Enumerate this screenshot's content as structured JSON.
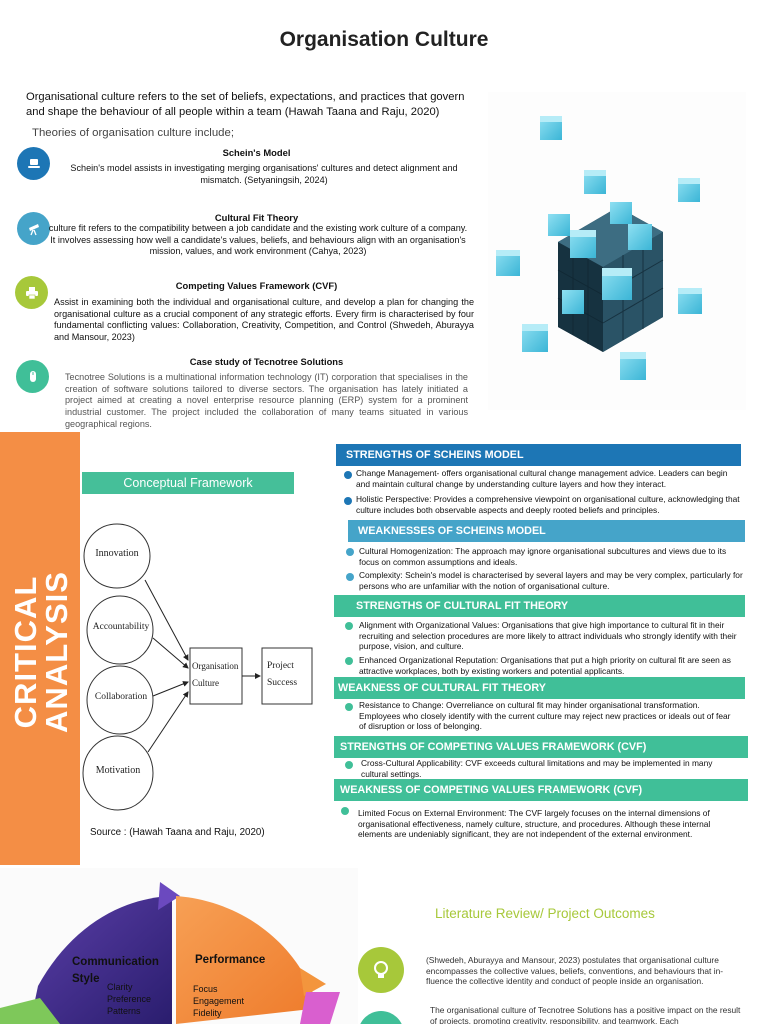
{
  "title": "Organisation Culture",
  "intro": "Organisational culture refers to the set of beliefs, expectations, and practices that govern and shape the behaviour of all people within a team (Hawah Taana and Raju, 2020)",
  "theories_heading": "Theories of organisation culture include;",
  "sections": {
    "schein": {
      "heading": "Schein's Model",
      "body": "Schein's model assists in investigating merging organisations' cultures and detect alignment and mismatch. (Setyaningsih, 2024)"
    },
    "cultural_fit": {
      "heading": "Cultural Fit Theory",
      "body": "culture fit refers to the compatibility between a job candidate and the existing work culture of a company. It involves assessing how well a candidate's values, beliefs, and behaviours align with an organisation's mission, values, and work environment (Cahya, 2023)"
    },
    "cvf": {
      "heading": "Competing Values Framework (CVF)",
      "body": "Assist in examining both the individual and organisational culture, and develop a plan for changing the organisational culture as a crucial component of any strategic efforts. Every firm is characterised by four fundamental conflicting values: Collaboration, Creativity, Competition, and Control (Shwedeh, Aburayya and Mansour, 2023)"
    },
    "case_study": {
      "heading": "Case study  of Tecnotree Solutions",
      "body": "Tecnotree Solutions is a multinational information technology (IT) corporation that specialises in the creation of software solutions tailored to diverse sectors. The organisation has lately initiated a project aimed at creating a novel enterprise resource planning (ERP) system for a prominent industrial customer. The project included the collaboration of many teams situated in various geographical regions."
    }
  },
  "critical_analysis": {
    "line1": "CRITICAL",
    "line2": "ANALYSIS"
  },
  "conceptual_framework": {
    "banner": "Conceptual Framework",
    "nodes": [
      "Innovation",
      "Accountability",
      "Collaboration",
      "Motivation"
    ],
    "center_line1": "Organisation",
    "center_line2": "Culture",
    "outcome_line1": "Project",
    "outcome_line2": "Success",
    "source": "Source : (Hawah Taana and Raju, 2020)"
  },
  "analysis": {
    "strengths_schein": {
      "title": "STRENGTHS OF SCHEINS MODEL",
      "items": [
        "Change Management- offers organisational cultural change management advice. Leaders can begin and maintain cultural change by understanding culture layers and how they interact.",
        "Holistic Perspective: Provides a comprehensive viewpoint on organisational culture, acknowledging that culture includes both observable aspects and deeply rooted beliefs and principles."
      ]
    },
    "weaknesses_schein": {
      "title": "WEAKNESSES OF SCHEINS MODEL",
      "items": [
        "Cultural Homogenization: The approach may ignore organisational subcultures and views due to its focus on common assumptions and ideals.",
        "Complexity: Schein's model is characterised by several layers and may be very complex, particularly for persons who are unfamiliar with the notion of organisational culture."
      ]
    },
    "strengths_fit": {
      "title": "STRENGTHS OF CULTURAL FIT THEORY",
      "items": [
        "Alignment with Organizational Values: Organisations that give high importance to cultural fit in their recruiting and selection procedures are more likely to attract individuals who strongly identify with their purpose, vision, and culture.",
        "Enhanced Organizational Reputation: Organisations that put a high priority on cultural fit are seen as attractive workplaces, both by existing workers and potential applicants."
      ]
    },
    "weakness_fit": {
      "title": "WEAKNESS OF CULTURAL FIT THEORY",
      "items": [
        "Resistance to Change: Overreliance on cultural fit may hinder organisational transformation. Employees who closely identify with the current culture may reject new practices or ideals out of fear of disruption or loss of belonging."
      ]
    },
    "strengths_cvf": {
      "title": "STRENGTHS OF COMPETING VALUES FRAMEWORK (CVF)",
      "items": [
        "Cross-Cultural Applicability: CVF exceeds cultural limitations and may be implemented in many cultural settings."
      ]
    },
    "weakness_cvf": {
      "title": "WEAKNESS OF COMPETING VALUES FRAMEWORK (CVF)",
      "items": [
        "Limited Focus on External Environment: The CVF largely focuses on the internal dimensions of organisational effectiveness, namely culture, structure, and procedures. Although these internal elements are undeniably significant, they are not independent of the external environment."
      ]
    }
  },
  "wheel": {
    "communication": {
      "title1": "Communication",
      "title2": "Style",
      "items": [
        "Clarity",
        "Preference",
        "Patterns"
      ]
    },
    "performance": {
      "title": "Performance",
      "items": [
        "Focus",
        "Engagement",
        "Fidelity"
      ]
    }
  },
  "literature": {
    "title": "Literature Review/ Project Outcomes",
    "para1": "(Shwedeh, Aburayya and Mansour, 2023) postulates that organisational culture encompasses the collective values, beliefs, conventions, and behaviours that in-fluence the collective identity and conduct of people inside an organisation.",
    "para2": "The organisational culture of Tecnotree Solutions has a positive impact on the result of projects, promoting creativity, responsibility, and teamwork. Each"
  },
  "colors": {
    "orange": "#f48e45",
    "green": "#45bf99",
    "blue": "#1d76b5",
    "light_blue": "#45a4c9",
    "lime": "#a7c83a"
  }
}
